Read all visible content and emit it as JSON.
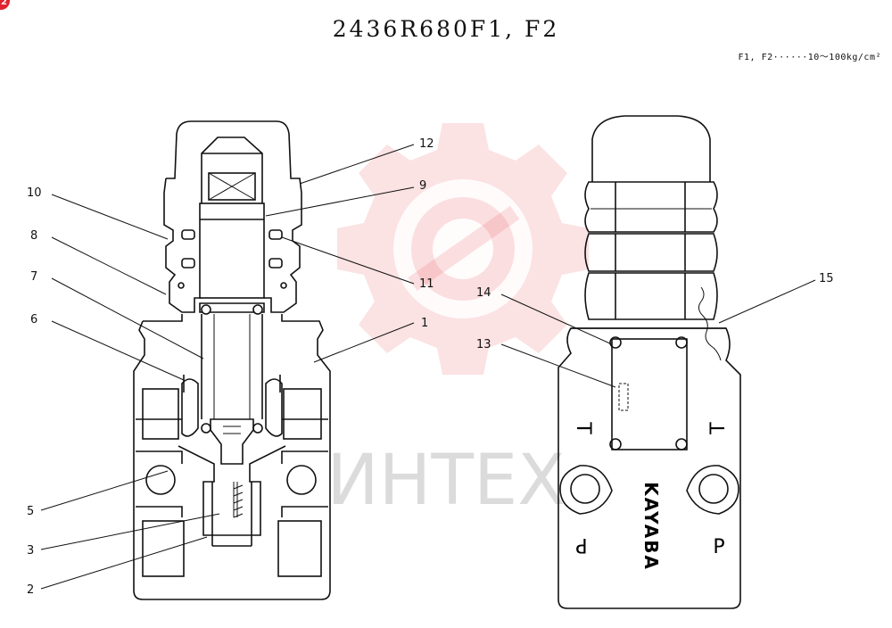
{
  "title": "2436R680F1, F2",
  "pressure_note": "F1, F2······10～100kg/cm²",
  "badge": "2",
  "watermark_text": "ИНТЕХ",
  "body_marking": "KAYABA",
  "port_labels": {
    "t_left": "T",
    "t_right": "T",
    "p_left": "P",
    "p_right": "P"
  },
  "callouts": {
    "c12": "12",
    "c9": "9",
    "c10": "10",
    "c8": "8",
    "c11": "11",
    "c7": "7",
    "c1": "1",
    "c6": "6",
    "c5": "5",
    "c3": "3",
    "c2": "2",
    "c15": "15",
    "c14": "14",
    "c13": "13"
  },
  "colors": {
    "line": "#111111",
    "watermark": "#e84a50",
    "badge": "#e0212f"
  }
}
